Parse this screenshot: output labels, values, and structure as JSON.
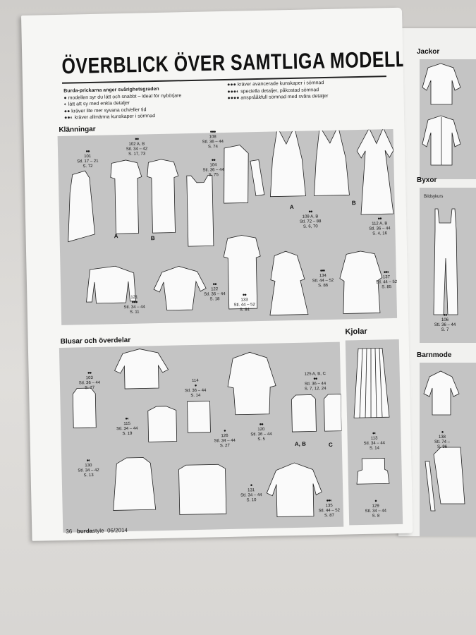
{
  "page": {
    "title": "ÖVERBLICK ÖVER SAMTLIGA MODELLER",
    "legend_heading": "Burda-prickarna anger svårighetsgraden",
    "legend_left": [
      "modellen syr du lätt och snabbt – ideal för nybörjare",
      "lätt att sy med enkla detaljer",
      "kräver lite mer syvana och/eller tid",
      "kräver allmänna kunskaper i sömnad"
    ],
    "legend_right": [
      "kräver avancerade kunskaper i sömnad",
      "speciella detaljer, påkostad sömnad",
      "ansprååkfull sömnad med svåra detaljer"
    ],
    "footer_page": "36",
    "footer_brand": "burda",
    "footer_brand2": "style",
    "footer_issue": "06/2014"
  },
  "sections": {
    "dresses": "Klänningar",
    "tops": "Blusar och överdelar",
    "skirts": "Kjolar",
    "jackets": "Jackor",
    "trousers": "Byxor",
    "kids": "Barnmode",
    "trousers_sub": "Bildsykurs"
  },
  "dress_items": [
    {
      "dots": "●●",
      "no": "101",
      "size": "Stl. 17 – 21",
      "page": "S. 72"
    },
    {
      "dots": "●●",
      "no": "102 A, B",
      "size": "Stl. 34 – 42",
      "page": "S. 17, 73"
    },
    {
      "dots": "●●●",
      "no": "108",
      "size": "Stl. 36 – 44",
      "page": "S. 74"
    },
    {
      "dots": "●●",
      "no": "104",
      "size": "Stl. 36 – 44",
      "page": "S. 75"
    },
    {
      "dots": "●●",
      "no": "109 A, B",
      "size": "Stl. 72 – 88",
      "page": "S. 6, 70"
    },
    {
      "dots": "●●",
      "no": "112 A, B",
      "size": "Stl. 36 – 44",
      "page": "S. 4, 16"
    },
    {
      "dots": "●●●",
      "no": "121",
      "size": "Stl. 34 – 44",
      "page": "S. 11"
    },
    {
      "dots": "●●",
      "no": "122",
      "size": "Stl. 36 – 44",
      "page": "S. 18"
    },
    {
      "dots": "●●",
      "no": "133",
      "size": "Stl. 44 – 52",
      "page": "S. 84"
    },
    {
      "dots": "●●◐",
      "no": "134",
      "size": "Stl. 44 – 52",
      "page": "S. 86"
    },
    {
      "dots": "●●◐",
      "no": "137",
      "size": "Stl. 44 – 52",
      "page": "S. 85"
    }
  ],
  "top_items": [
    {
      "dots": "●●",
      "no": "103",
      "size": "Stl. 36 – 44",
      "page": "S. 77"
    },
    {
      "dots": "●",
      "no": "114",
      "size": "Stl. 36 – 44",
      "page": "S. 14"
    },
    {
      "dots": "●●",
      "no": "125 A, B, C",
      "size": "Stl. 36 – 44",
      "page": "S. 7, 12, 24"
    },
    {
      "dots": "●◐",
      "no": "115",
      "size": "Stl. 34 – 44",
      "page": "S. 19"
    },
    {
      "dots": "●",
      "no": "126",
      "size": "Stl. 34 – 44",
      "page": "S. 27"
    },
    {
      "dots": "●●",
      "no": "120",
      "size": "Stl. 36 – 44",
      "page": "S. 5"
    },
    {
      "dots": "●◐",
      "no": "130",
      "size": "Stl. 34 – 42",
      "page": "S. 13"
    },
    {
      "dots": "●",
      "no": "131",
      "size": "Stl. 34 – 44",
      "page": "S. 10"
    },
    {
      "dots": "●●◐",
      "no": "135",
      "size": "Stl. 44 – 52",
      "page": "S. 87"
    }
  ],
  "skirt_items": [
    {
      "dots": "●◐",
      "no": "113",
      "size": "Stl. 34 – 44",
      "page": "S. 14"
    },
    {
      "dots": "●",
      "no": "129",
      "size": "Stl. 34 – 44",
      "page": "S. 8"
    }
  ],
  "right_items": [
    {
      "dots": "●●",
      "no": "106",
      "size": "Stl. 36 – 44",
      "page": "S. 7"
    },
    {
      "dots": "●",
      "no": "138",
      "size": "Stl. 74 –",
      "page": "S. 96"
    }
  ],
  "variant_labels": {
    "a1": "A",
    "b1": "B",
    "a2": "A",
    "b2": "B",
    "ab": "A, B",
    "c": "C"
  }
}
